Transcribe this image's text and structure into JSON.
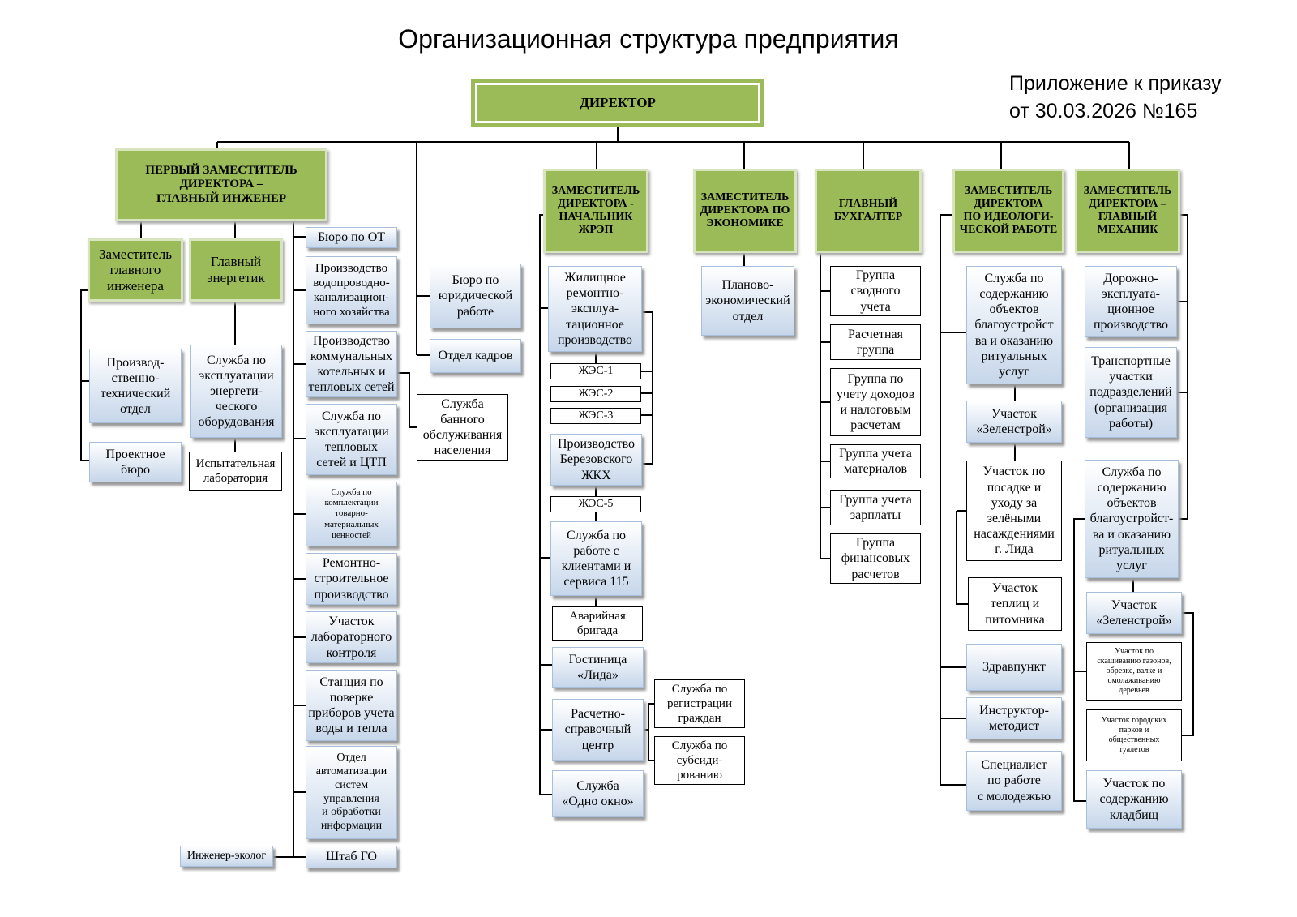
{
  "title": "Организационная структура предприятия",
  "annex": "Приложение к приказу\nот 30.03.2026 №165",
  "boxes": {
    "director": "ДИРЕКТОР",
    "first_deputy": "ПЕРВЫЙ ЗАМЕСТИТЕЛЬ\nДИРЕКТОРА –\nГЛАВНЫЙ ИНЖЕНЕР",
    "deputy_zhrep": "ЗАМЕСТИТЕЛЬ\nДИРЕКТОРА -\nНАЧАЛЬНИК\nЖРЭП",
    "deputy_economy": "ЗАМЕСТИТЕЛЬ\nДИРЕКТОРА ПО\nЭКОНОМИКЕ",
    "chief_accountant": "ГЛАВНЫЙ\nБУХГАЛТЕР",
    "deputy_ideology": "ЗАМЕСТИТЕЛЬ\nДИРЕКТОРА\nПО ИДЕОЛОГИ-\nЧЕСКОЙ РАБОТЕ",
    "deputy_mechanic": "ЗАМЕСТИТЕЛЬ\nДИРЕКТОРА –\nГЛАВНЫЙ\nМЕХАНИК",
    "deputy_chief_engineer": "Заместитель\nглавного\nинженера",
    "chief_energetic": "Главный\nэнергетик",
    "pto": "Производ-\nственно-\nтехнический\nотдел",
    "project_bureau": "Проектное\nбюро",
    "energy_service": "Служба по\nэксплуатации\nэнергети-\nческого\nоборудования",
    "test_lab": "Испытательная\nлаборатория",
    "bureau_ot": "Бюро по ОТ",
    "water": "Производство\nводопроводно-\nканализацион-\nного хозяйства",
    "boilers": "Производство\nкоммунальных\nкотельных и\nтепловых сетей",
    "heat_service": "Служба по\nэксплуатации\nтепловых\nсетей и ЦТП",
    "supply_service": "Служба по\nкомплектации\nтоварно-\nматериальных\nценностей",
    "repair_construction": "Ремонтно-\nстроительное\nпроизводство",
    "lab_control": "Участок\nлабораторного\nконтроля",
    "meter_station": "Станция по\nповерке\nприборов учета\nводы и тепла",
    "automation": "Отдел\nавтоматизации\nсистем\nуправления\nи обработки\nинформации",
    "civil_defense": "Штаб ГО",
    "ecologist": "Инженер-эколог",
    "bath_service": "Служба\nбанного\nобслуживания\nнаселения",
    "legal_bureau": "Бюро по\nюридической\nработе",
    "hr": "Отдел кадров",
    "housing_production": "Жилищное\nремонтно-\nэксплуа-\nтационное\nпроизводство",
    "zhes1": "ЖЭС-1",
    "zhes2": "ЖЭС-2",
    "zhes3": "ЖЭС-3",
    "berezovka": "Производство\nБерезовского\nЖКХ",
    "zhes5": "ЖЭС-5",
    "clients_115": "Служба по\nработе с\nклиентами и\nсервиса 115",
    "emergency": "Аварийная\nбригада",
    "hotel": "Гостиница\n«Лида»",
    "calc_center": "Расчетно-\nсправочный\nцентр",
    "registration": "Служба по\nрегистрации\nграждан",
    "subsidy": "Служба по\nсубсиди-\nрованию",
    "one_window": "Служба\n«Одно окно»",
    "planning": "Планово-\nэкономический\nотдел",
    "acc_summary": "Группа\nсводного\nучета",
    "acc_calc": "Расчетная\nгруппа",
    "acc_income": "Группа по\nучету доходов\nи налоговым\nрасчетам",
    "acc_materials": "Группа учета\nматериалов",
    "acc_salary": "Группа учета\nзарплаты",
    "acc_finance": "Группа\nфинансовых\nрасчетов",
    "id_improvement": "Служба по\nсодержанию\nобъектов\nблагоустройст\nва и оказанию\nритуальных\nуслуг",
    "id_zelenstroy": "Участок\n«Зеленстрой»",
    "id_planting": "Участок по\nпосадке и\nуходу за\nзелёными\nнасаждениями\nг. Лида",
    "id_greenhouse": "Участок\nтеплиц и\nпитомника",
    "medpoint": "Здравпункт",
    "instructor": "Инструктор-\nметодист",
    "youth": "Специалист\nпо работе\nс молодежью",
    "road": "Дорожно-\nэксплуата-\nционное\nпроизводство",
    "transport": "Транспортные\nучастки\nподразделений\n(организация\nработы)",
    "mech_improvement": "Служба по\nсодержанию\nобъектов\nблагоустройст-\nва и оказанию\nритуальных\nуслуг",
    "mech_zelenstroy": "Участок\n«Зеленстрой»",
    "mowing": "Участок по\nскашиванию газонов,\nобрезке, валке и\nомолаживанию\nдеревьев",
    "parks": "Участок городских\nпарков и\nобщественных\nтуалетов",
    "cemetery": "Участок по\nсодержанию\nкладбищ"
  }
}
